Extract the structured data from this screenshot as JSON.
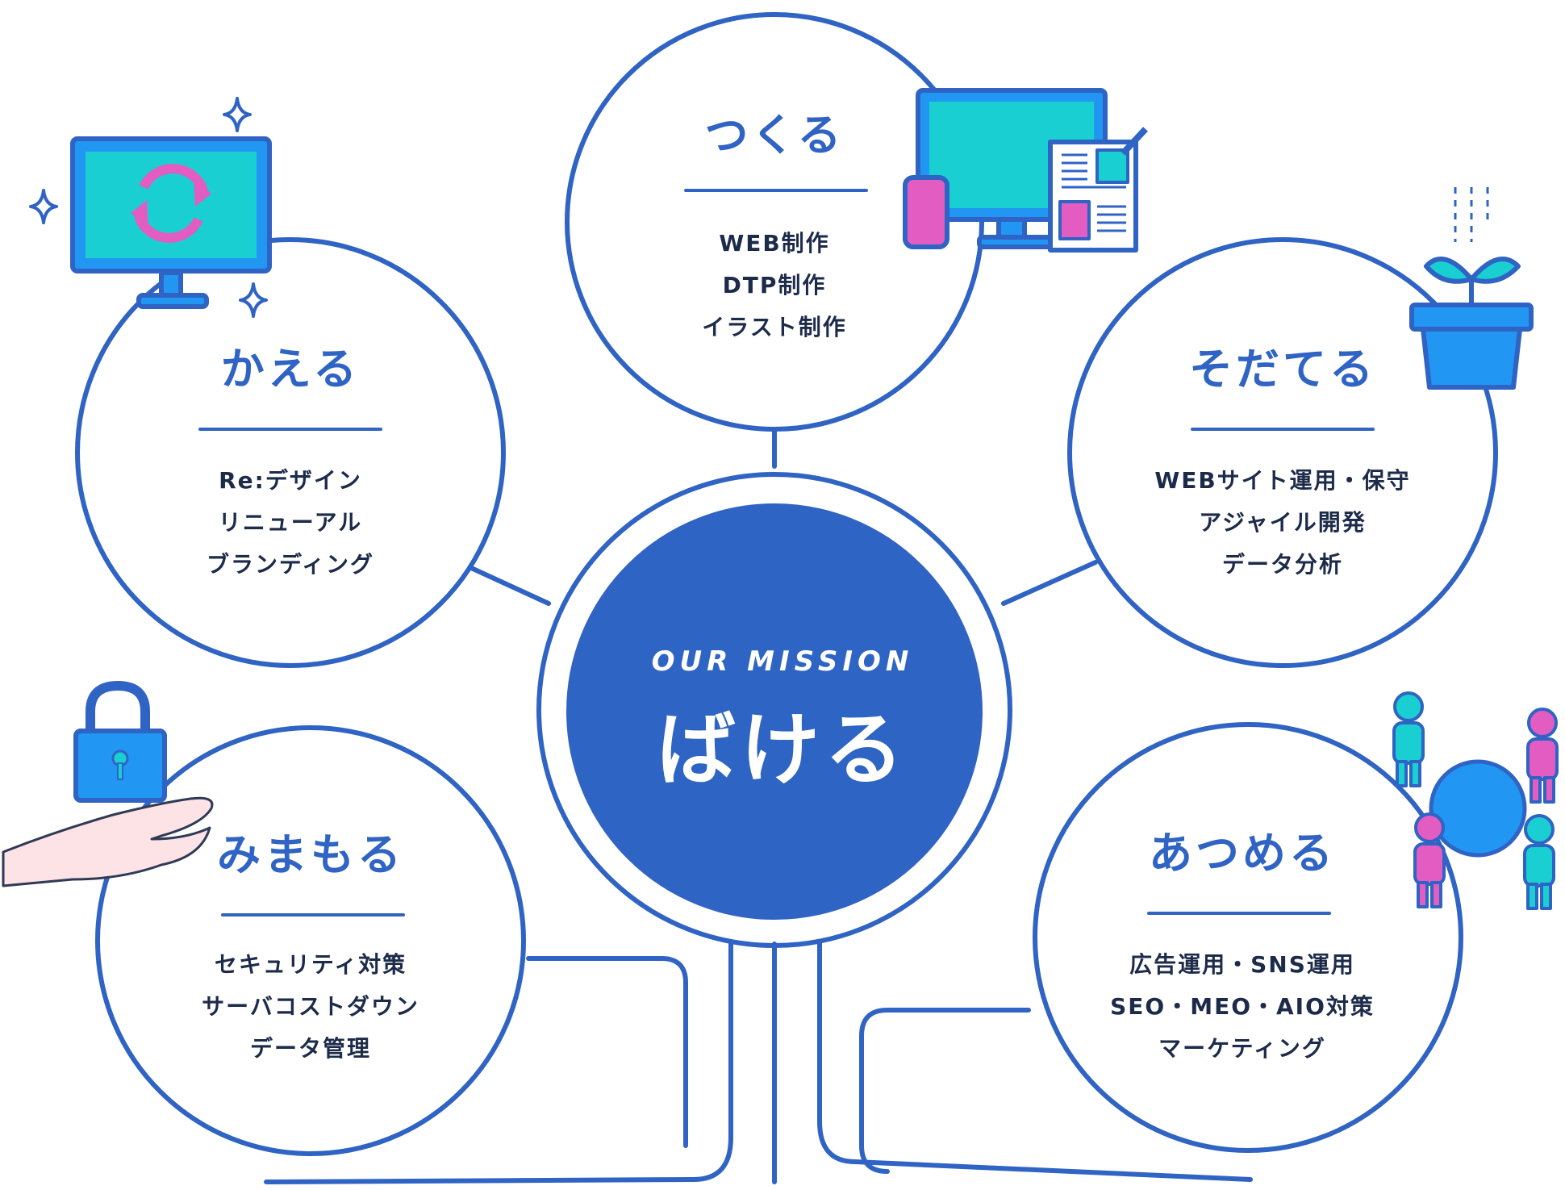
{
  "center": {
    "eyebrow": "OUR MISSION",
    "title": "ばける"
  },
  "missions": [
    {
      "title": "つくる",
      "items": [
        "WEB制作",
        "DTP制作",
        "イラスト制作"
      ]
    },
    {
      "title": "かえる",
      "items": [
        "Re:デザイン",
        "リニューアル",
        "ブランディング"
      ]
    },
    {
      "title": "そだてる",
      "items": [
        "WEBサイト運用・保守",
        "アジャイル開発",
        "データ分析"
      ]
    },
    {
      "title": "みまもる",
      "items": [
        "セキュリティ対策",
        "サーバコストダウン",
        "データ管理"
      ]
    },
    {
      "title": "あつめる",
      "items": [
        "広告運用・SNS運用",
        "SEO・MEO・AIO対策",
        "マーケティング"
      ]
    }
  ],
  "colors": {
    "line": "#2f63c4",
    "center_fill": "#2e64c3",
    "screen": "#19cfd1",
    "accent_pink": "#e35cc2",
    "device_blue": "#2196f3",
    "text_dark": "#1d2b4a"
  },
  "icons": [
    "refresh-monitor-icon",
    "devices-icon",
    "plant-pot-icon",
    "lock-hand-icon",
    "people-network-icon",
    "sparkle-icon"
  ]
}
